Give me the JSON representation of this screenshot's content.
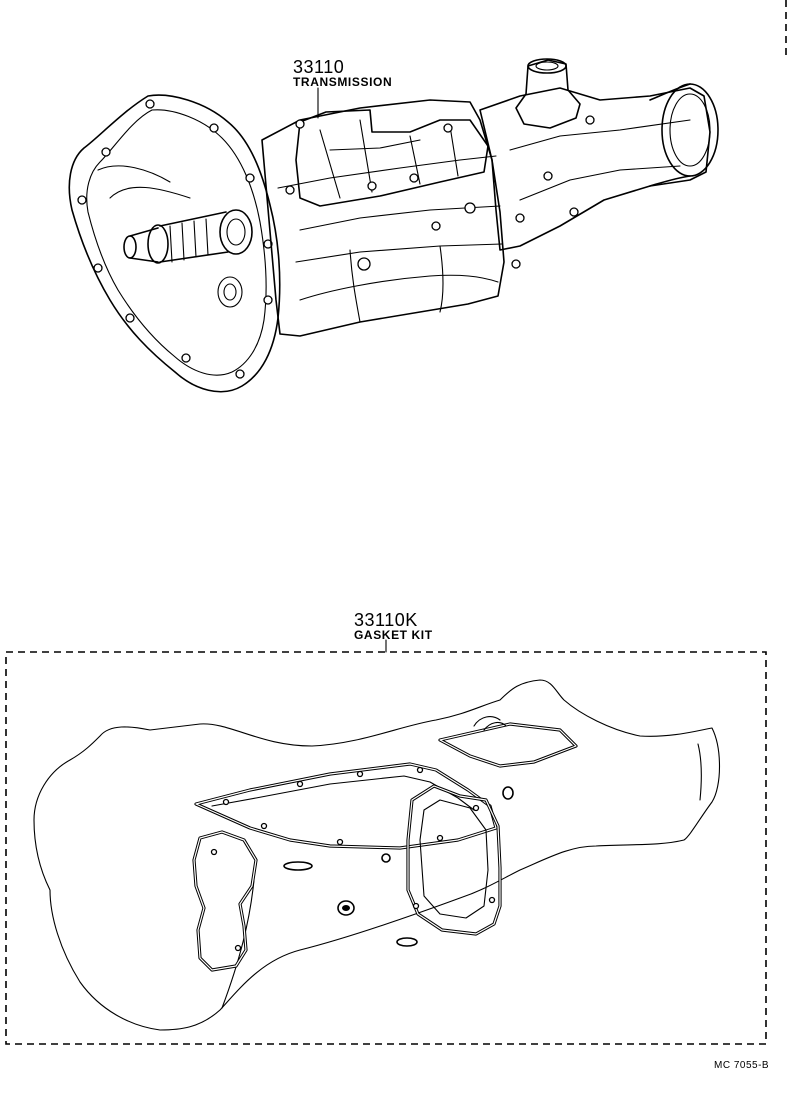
{
  "callouts": {
    "transmission": {
      "part_number": "33110",
      "part_name": "TRANSMISSION"
    },
    "gasket_kit": {
      "part_number": "33110K",
      "part_name": "GASKET KIT"
    }
  },
  "footer": {
    "drawing_code": "MC 7055-B"
  },
  "icons": {
    "transmission_assembly": "transmission-illustration-icon",
    "gasket_kit": "gasket-kit-illustration-icon"
  }
}
